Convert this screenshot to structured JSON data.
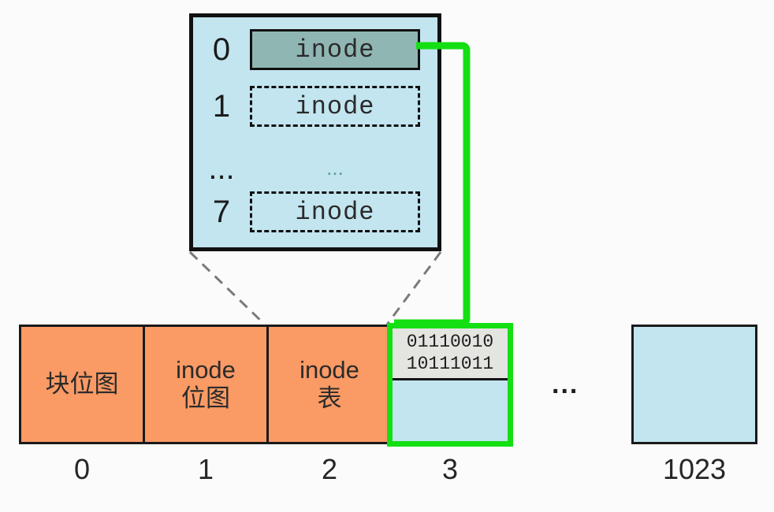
{
  "diagram": {
    "title": "ext2 filesystem block layout with inode table detail",
    "colors": {
      "metadata_block_fill": "#fa9a65",
      "data_block_fill": "#c2e5ef",
      "selected_inode_fill": "#8fb6b3",
      "highlight_border": "#13df13",
      "binary_strip_fill": "#e4e4e1",
      "outline": "#1a1a1a",
      "background": "#fbfbfb"
    }
  },
  "inode_table": {
    "rows": [
      {
        "index": "0",
        "label": "inode",
        "style": "solid"
      },
      {
        "index": "1",
        "label": "inode",
        "style": "dashed"
      }
    ],
    "ellipsis_row": {
      "index": "...",
      "label": "..."
    },
    "last_row": {
      "index": "7",
      "label": "inode",
      "style": "dashed"
    }
  },
  "blocks": [
    {
      "id": "0",
      "lines": [
        "块位图"
      ],
      "kind": "metadata"
    },
    {
      "id": "1",
      "lines": [
        "inode",
        "位图"
      ],
      "kind": "metadata"
    },
    {
      "id": "2",
      "lines": [
        "inode",
        "表"
      ],
      "kind": "metadata"
    },
    {
      "id": "3",
      "lines": [],
      "kind": "data-highlighted"
    }
  ],
  "block_3": {
    "binary_line_1": "01110010",
    "binary_line_2": "10111011"
  },
  "row_ellipsis": "...",
  "last_block": {
    "id": "1023",
    "kind": "data"
  },
  "index_labels": [
    "0",
    "1",
    "2",
    "3",
    "1023"
  ]
}
